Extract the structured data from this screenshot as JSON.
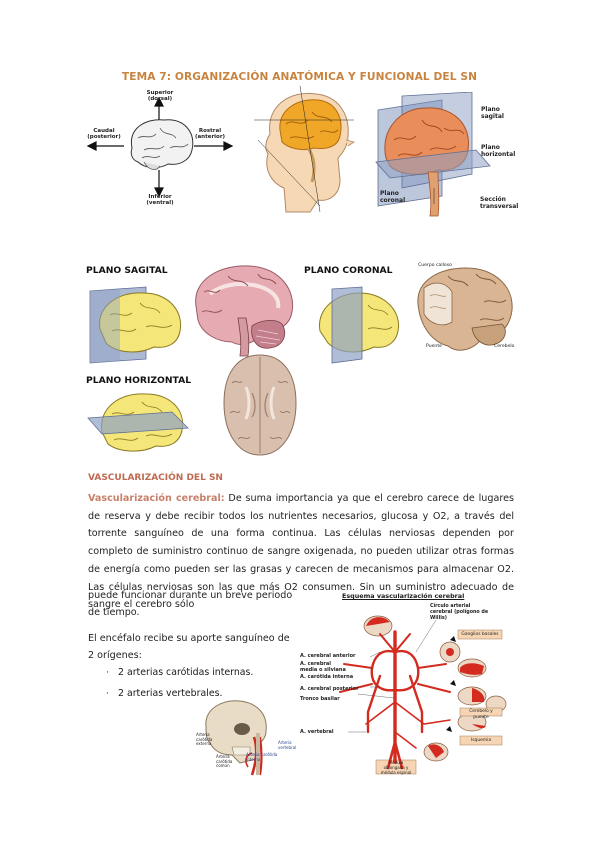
{
  "title": "TEMA 7: ORGANIZACIÓN ANATÓMICA Y FUNCIONAL DEL SN",
  "fig1": {
    "superior": "Superior",
    "superior_sub": "(dorsal)",
    "inferior": "Inferior",
    "inferior_sub": "(ventral)",
    "caudal": "Caudal",
    "caudal_sub": "(posterior)",
    "rostral": "Rostral",
    "rostral_sub": "(anterior)"
  },
  "fig3": {
    "sagital": "Plano sagital",
    "horizontal": "Plano horizontal",
    "coronal": "Plano coronal",
    "transversal": "Sección transversal"
  },
  "planes": {
    "sagital": "PLANO    SAGITAL",
    "coronal": "PLANO CORONAL",
    "horizontal": "PLANO HORIZONTAL"
  },
  "coronal_labels": {
    "cuerpo_calloso": "Cuerpo calloso",
    "puente": "Puente",
    "cerebelo": "Cerebelo"
  },
  "section_heading": "VASCULARIZACIÓN DEL SN",
  "paragraph": {
    "lead": "Vascularización cerebral:",
    "body": " De suma importancia ya que el cerebro carece de lugares de reserva y debe recibir todos los nutrientes necesarios, glucosa y O2, a través del torrente sanguíneo de una forma continua. Las células nerviosas dependen por completo de suministro continuo de sangre oxigenada, no pueden utilizar otras formas de energía como pueden ser las grasas y carecen de mecanismos para almacenar O2. Las células nerviosas son las que más O2 consumen. Sin un suministro adecuado de sangre el cerebro sólo"
  },
  "para_end": "puede funcionar durante un breve periodo de tiempo.",
  "supply_intro": "El encéfalo recibe su aporte sanguíneo de 2 orígenes:",
  "supply_items": [
    "2 arterias carótidas internas.",
    "2 arterias vertebrales."
  ],
  "skull_labels": {
    "a1": "Arteria carótida externa",
    "a2": "Arteria carótida común",
    "a3": "Arteria carótida interna",
    "a4": "Arteria vertebral"
  },
  "scheme": {
    "title": "Esquema vascularización cerebral",
    "circulo": "Círculo arterial cerebral (polígono de Willis)",
    "labels": [
      "A. cerebral anterior",
      "A. cerebral media o silviana",
      "A. carótida interna",
      "A. cerebral posterior",
      "Tronco basilar",
      "A. vertebral"
    ],
    "boxes": [
      "Ganglios basales",
      "Cerebelo y puente",
      "Isquemia",
      "Médula oblongada y médula espinal"
    ]
  }
}
